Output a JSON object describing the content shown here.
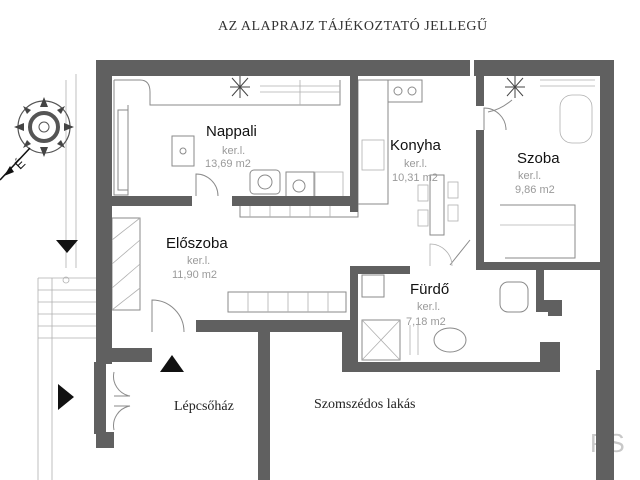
{
  "title": "AZ  ALAPRAJZ TÁJÉKOZTATÓ JELLEGŰ",
  "rooms": {
    "nappali": {
      "name": "Nappali",
      "sub": "ker.l.",
      "area": "13,69  m2"
    },
    "konyha": {
      "name": "Konyha",
      "sub": "ker.l.",
      "area": "10,31  m2"
    },
    "szoba": {
      "name": "Szoba",
      "sub": "ker.l.",
      "area": "9,86  m2"
    },
    "eloszoba": {
      "name": "Előszoba",
      "sub": "ker.l.",
      "area": "11,90  m2"
    },
    "furdo": {
      "name": "Fürdő",
      "sub": "ker.l.",
      "area": "7,18  m2"
    }
  },
  "outside": {
    "lepcsohaz": "Lépcsőház",
    "szomszedos": "Szomszédos lakás"
  },
  "compass_letter": "É",
  "watermark": "PS",
  "colors": {
    "wall": "#606060",
    "furniture": "#8a8a8a",
    "text_gray": "#9a9a9a"
  }
}
